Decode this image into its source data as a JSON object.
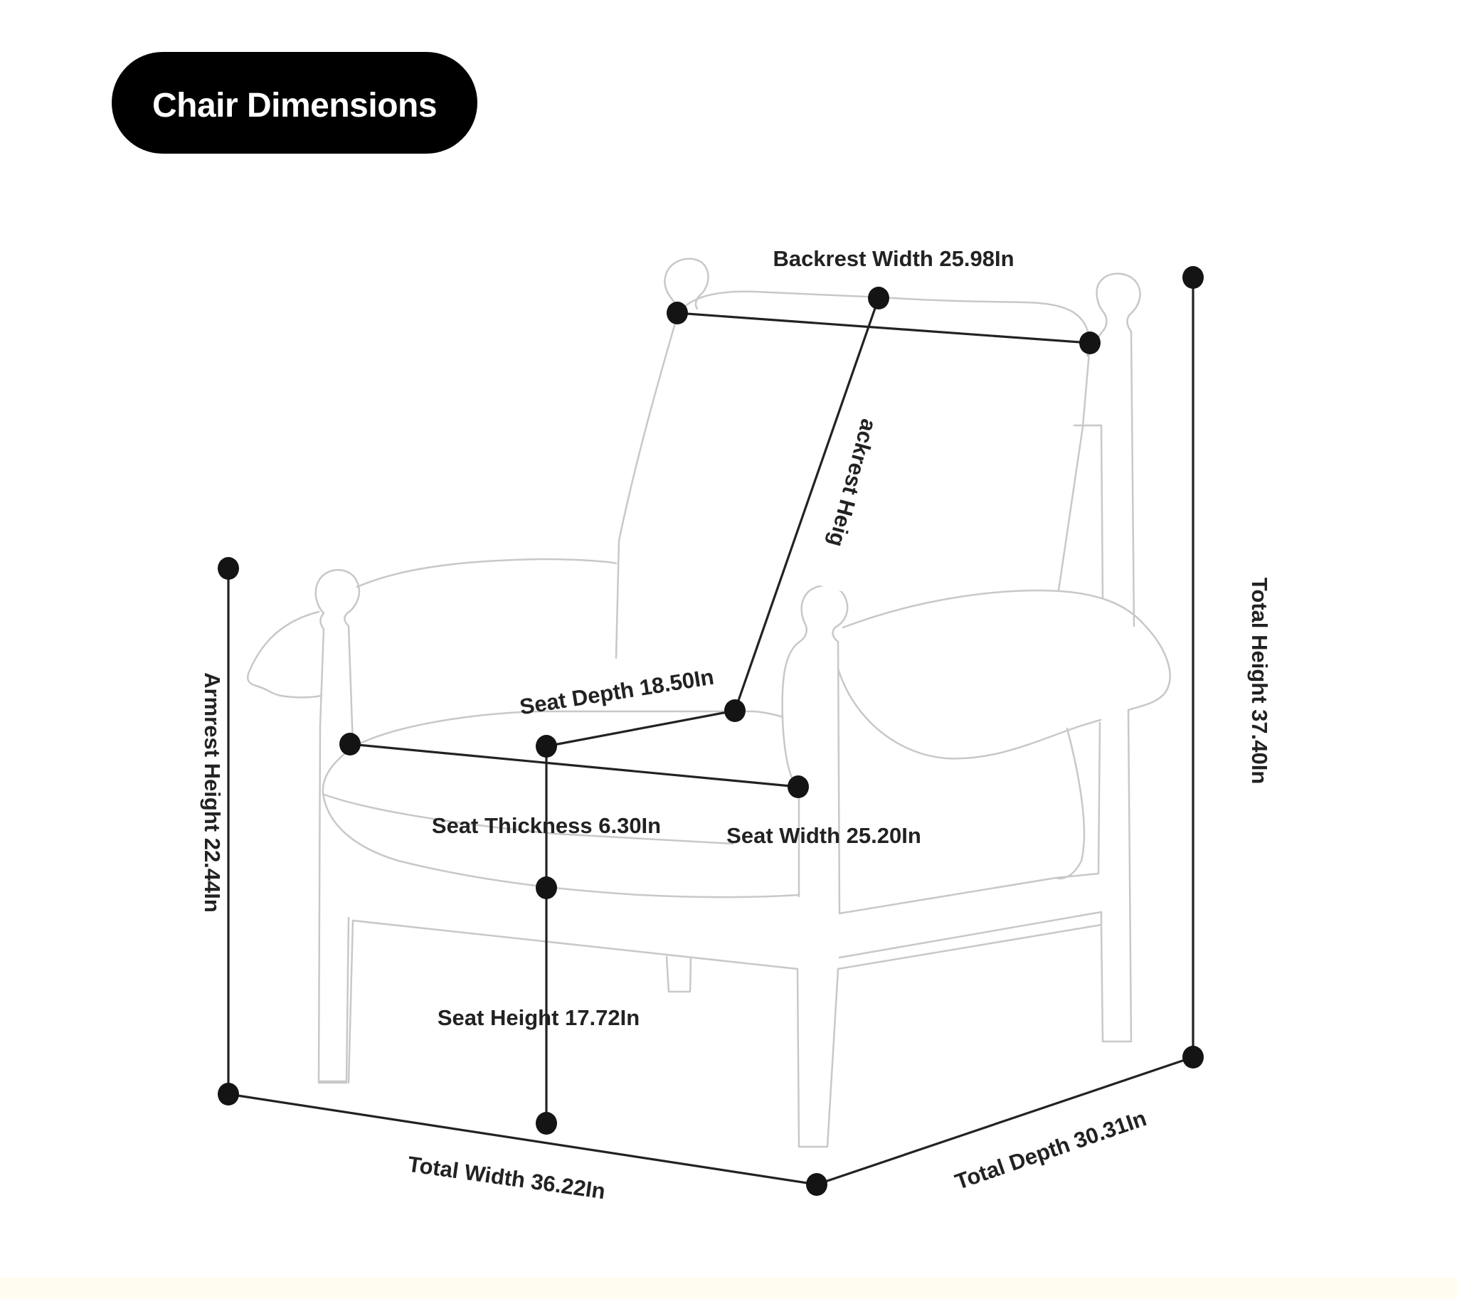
{
  "title": "Chair Dimensions",
  "unit": "In",
  "colors": {
    "title_bg": "#000000",
    "title_text": "#ffffff",
    "dimension_line": "#222222",
    "outline": "#c8c8c8",
    "footer_strip": "#fffcf0"
  },
  "dimensions": {
    "backrest_width": {
      "label": "Backrest Width 25.98In",
      "value": 25.98
    },
    "backrest_height": {
      "label": "ackrest Heig",
      "value": null
    },
    "seat_depth": {
      "label": "Seat Depth 18.50In",
      "value": 18.5
    },
    "seat_thickness": {
      "label": "Seat Thickness 6.30In",
      "value": 6.3
    },
    "seat_width": {
      "label": "Seat Width 25.20In",
      "value": 25.2
    },
    "seat_height": {
      "label": "Seat Height 17.72In",
      "value": 17.72
    },
    "armrest_height": {
      "label": "Armrest Height 22.44In",
      "value": 22.44
    },
    "total_height": {
      "label": "Total Height 37.40In",
      "value": 37.4
    },
    "total_width": {
      "label": "Total Width 36.22In",
      "value": 36.22
    },
    "total_depth": {
      "label": "Total Depth 30.31In",
      "value": 30.31
    }
  }
}
